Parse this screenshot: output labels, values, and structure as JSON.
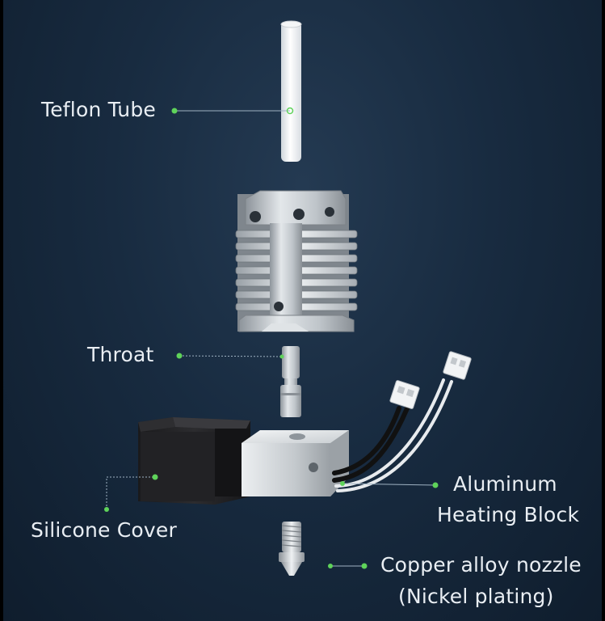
{
  "labels": {
    "teflon_tube": "Teflon Tube",
    "throat": "Throat",
    "silicone_cover": "Silicone Cover",
    "aluminum_heating_block_line1": "Aluminum",
    "aluminum_heating_block_line2": "Heating Block",
    "nozzle_line1": "Copper alloy nozzle",
    "nozzle_line2": "(Nickel plating)"
  },
  "colors": {
    "background": "#182b40",
    "leader_dot": "#5fd35a",
    "label_text": "#e9eef3"
  }
}
